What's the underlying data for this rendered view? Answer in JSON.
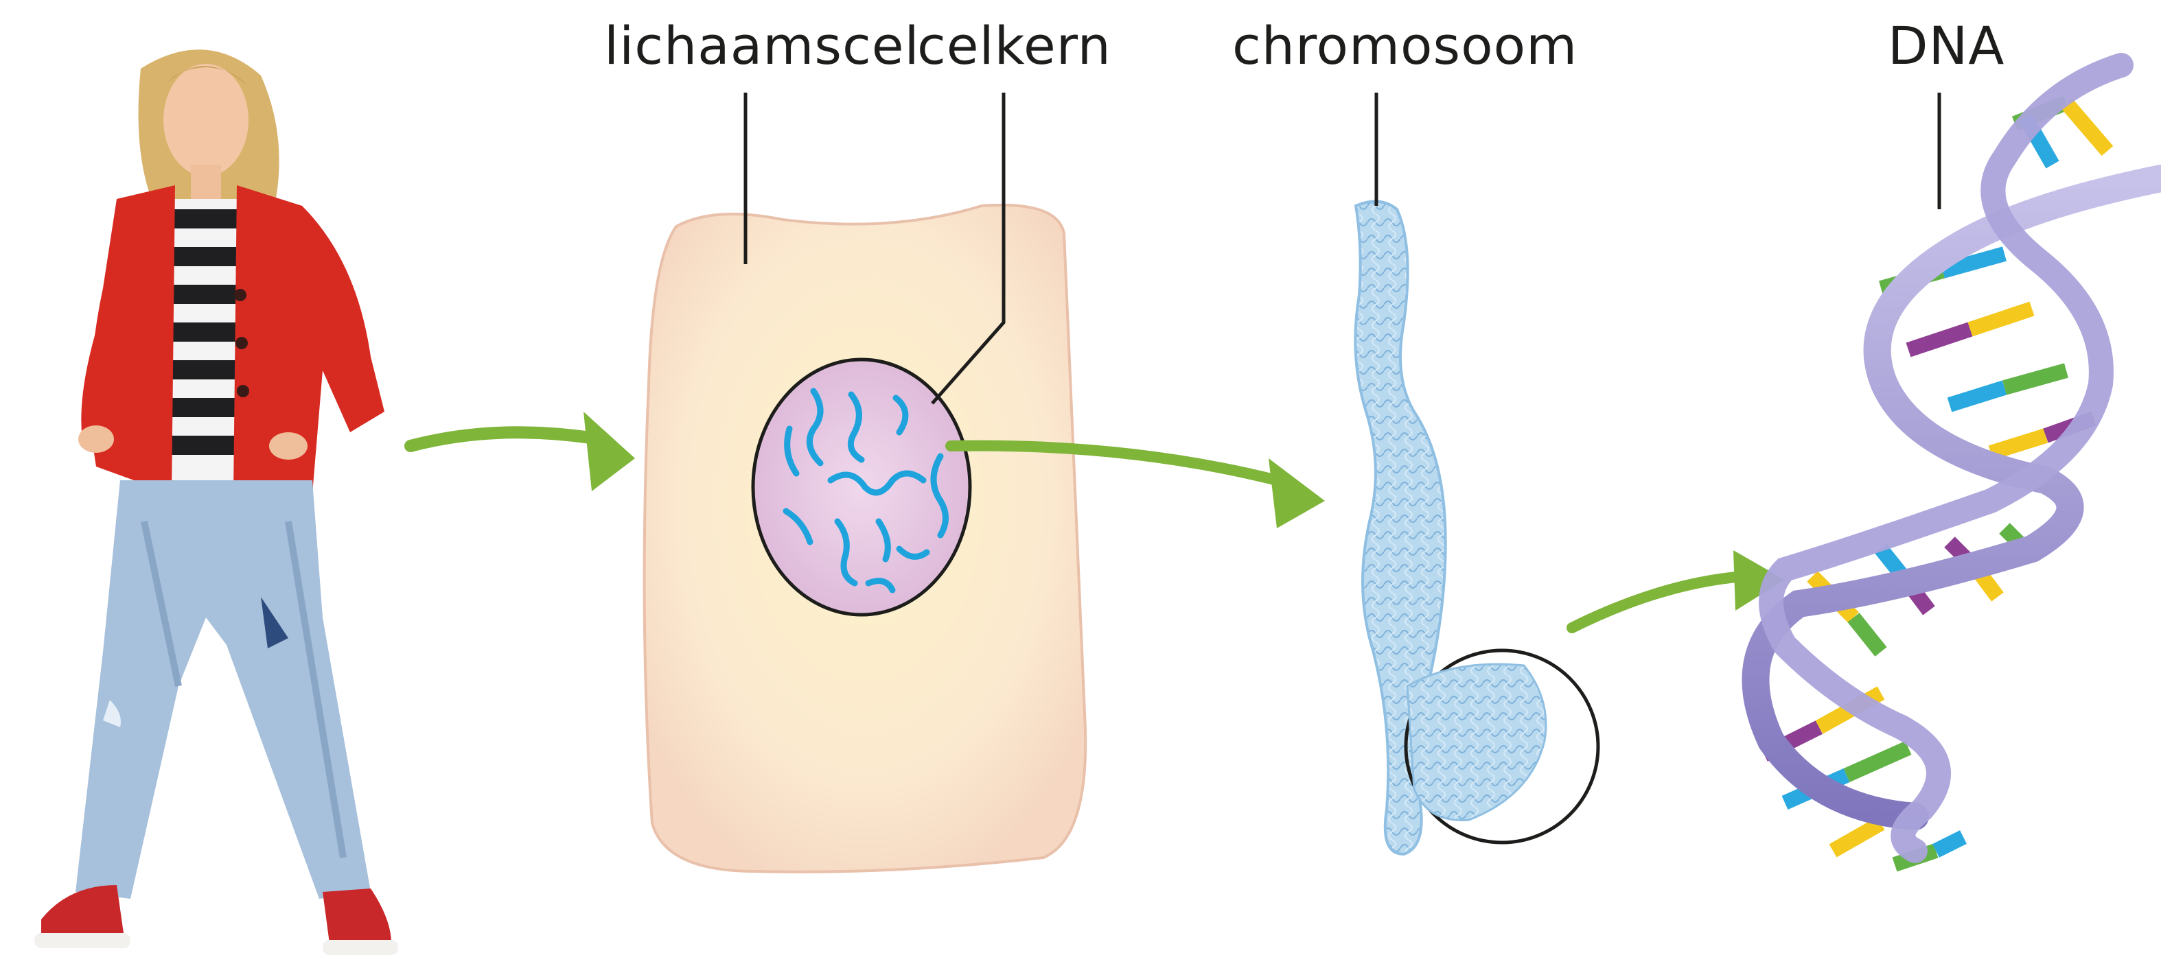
{
  "labels": {
    "body_cell": "lichaamscel",
    "nucleus": "celkern",
    "chromosome": "chromosoom",
    "dna": "DNA"
  },
  "colors": {
    "arrow": "#7fb539",
    "cell_fill": "#fbe9cf",
    "nucleus_fill": "#e7c7df",
    "nucleus_strands": "#1ea3dd",
    "chromosome": "#a9cfe9",
    "dna_backbone": "#9c93cf",
    "base_green": "#62b346",
    "base_blue": "#29a9e0",
    "base_purple": "#8e3f93",
    "base_yellow": "#f4c81c",
    "shirt": "#d72a21",
    "jeans": "#a7c0db"
  },
  "icons": [
    "girl-figure",
    "body-cell",
    "cell-nucleus",
    "chromosome",
    "dna-double-helix",
    "arrow-right"
  ]
}
